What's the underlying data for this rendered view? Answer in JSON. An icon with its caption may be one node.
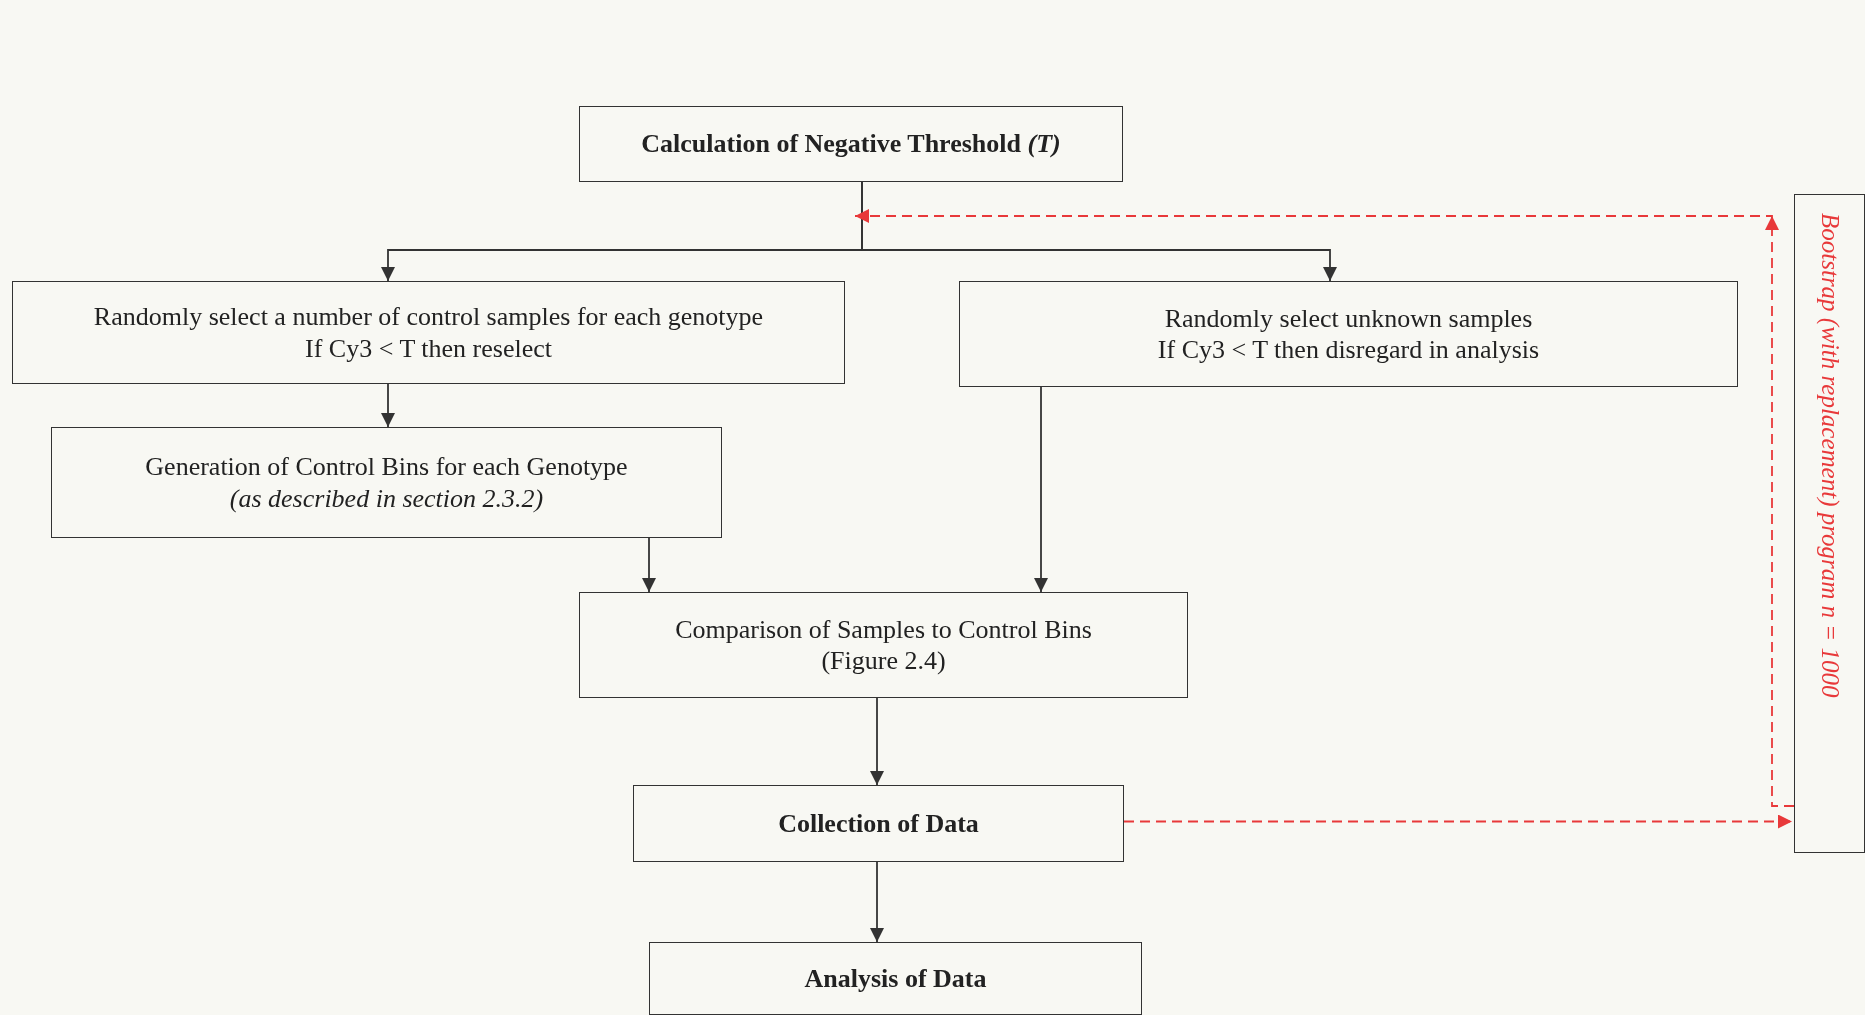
{
  "diagram": {
    "nodes": [
      {
        "text": [
          "Calculation of Negative Threshold *(T)*"
        ]
      },
      {
        "text": [
          "Randomly select a number of control samples for each genotype",
          "If Cy3 < T then reselect"
        ]
      },
      {
        "text": [
          "Randomly select unknown samples",
          "If Cy3 < T then disregard in analysis"
        ]
      },
      {
        "text": [
          "Generation of Control Bins for each Genotype",
          "(as described in section 2.3.2)"
        ]
      },
      {
        "text": [
          "Comparison of Samples to Control Bins",
          "(Figure 2.4)"
        ]
      },
      {
        "text": [
          "Collection of Data"
        ]
      },
      {
        "text": [
          "Analysis of Data"
        ]
      },
      {
        "text": [
          "Bootstrap (with replacement) program n = 1000"
        ]
      }
    ],
    "edges": [
      {
        "from": 0,
        "to": 1,
        "arrow": "to"
      },
      {
        "from": 0,
        "to": 2,
        "arrow": "to"
      },
      {
        "from": 1,
        "to": 3,
        "arrow": "to"
      },
      {
        "from": 3,
        "to": 4,
        "arrow": "to"
      },
      {
        "from": 2,
        "to": 4,
        "arrow": "to"
      },
      {
        "from": 4,
        "to": 5,
        "arrow": "to"
      },
      {
        "from": 5,
        "to": 6,
        "arrow": "to"
      },
      {
        "from": 5,
        "to": 7,
        "arrow": "to",
        "style": "dashed",
        "color": "#e8393a"
      },
      {
        "from": 7,
        "to": 0,
        "arrow": "to",
        "style": "dashed",
        "color": "#e8393a"
      }
    ]
  }
}
